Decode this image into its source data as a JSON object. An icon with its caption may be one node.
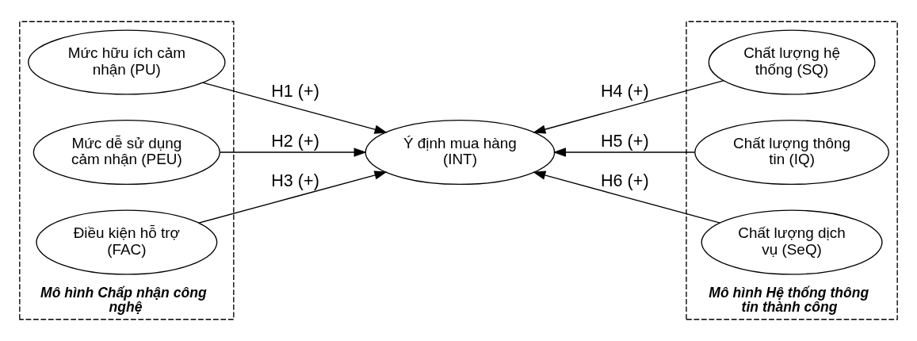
{
  "diagram": {
    "nodes": [
      {
        "text": [
          "Mô hình Chấp nhận công nghệ"
        ]
      },
      {
        "text": [
          "Mức hữu ích cảm nhận (PU)"
        ],
        "in": 0
      },
      {
        "text": [
          "Mức dễ sử dụng cảm nhận (PEU)"
        ],
        "in": 0
      },
      {
        "text": [
          "Điều kiện hỗ trợ (FAC)"
        ],
        "in": 0
      },
      {
        "text": [
          "Ý định mua hàng (INT)"
        ]
      },
      {
        "text": [
          "Mô hình Hệ thống thông tin thành công"
        ]
      },
      {
        "text": [
          "Chất lượng hệ thống (SQ)"
        ],
        "in": 5
      },
      {
        "text": [
          "Chất lượng thông tin (IQ)"
        ],
        "in": 5
      },
      {
        "text": [
          "Chất lượng dịch vụ (SeQ)"
        ],
        "in": 5
      }
    ],
    "edges": [
      {
        "from": 1,
        "to": 4,
        "arrow": "to",
        "label": "H1 (+)"
      },
      {
        "from": 2,
        "to": 4,
        "arrow": "to",
        "label": "H2 (+)"
      },
      {
        "from": 3,
        "to": 4,
        "arrow": "to",
        "label": "H3 (+)"
      },
      {
        "from": 6,
        "to": 4,
        "arrow": "to",
        "label": "H4 (+)"
      },
      {
        "from": 7,
        "to": 4,
        "arrow": "to",
        "label": "H5 (+)"
      },
      {
        "from": 8,
        "to": 4,
        "arrow": "to",
        "label": "H6 (+)"
      }
    ]
  }
}
